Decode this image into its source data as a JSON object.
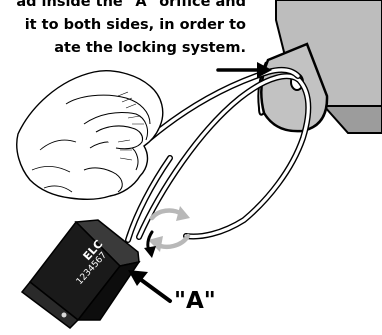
{
  "instruction": {
    "line1": "ad inside the \"A\" orifice and",
    "line2": "it to both sides, in order to",
    "line3": "ate the locking system."
  },
  "seal": {
    "brand": "ELC",
    "serial": "1234567"
  },
  "callout": {
    "label": "\"A\""
  },
  "colors": {
    "ink": "#000000",
    "paper": "#ffffff",
    "bracket": "#bdbdbd",
    "bracket_dark": "#8f8f8f",
    "rotation_arrow": "#b8b8b8",
    "seal_body": "#1a1a1a"
  },
  "icons": {
    "rotation": "rotate-arrows-icon",
    "insert_arrow": "arrow-right-icon",
    "callout_arrow": "arrow-up-left-icon"
  }
}
